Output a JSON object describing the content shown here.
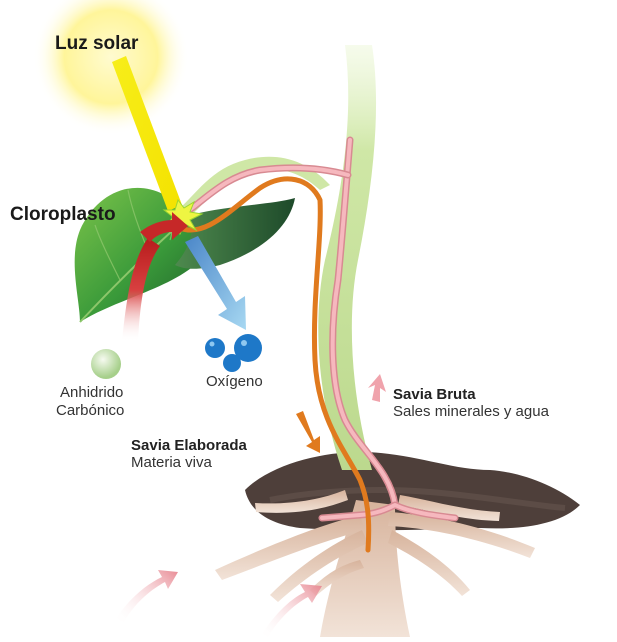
{
  "labels": {
    "sun": "Luz solar",
    "chloroplast": "Cloroplasto",
    "co2_line1": "Anhidrido",
    "co2_line2": "Carbónico",
    "oxygen": "Oxígeno",
    "raw_sap_title": "Savia Bruta",
    "raw_sap_desc": "Sales minerales y agua",
    "elaborated_sap_title": "Savia Elaborada",
    "elaborated_sap_desc": "Materia viva"
  },
  "colors": {
    "sun_glow": "#fff59a",
    "sunbeam": "#f7ee1a",
    "leaf_dark": "#1f6e2c",
    "leaf_light": "#7cc44a",
    "stem": "#cfe7a6",
    "raw_sap": "#f2a0a8",
    "elaborated_sap": "#e07a1e",
    "co2_arrow": "#c62828",
    "oxygen_arrow": "#7ec3ec",
    "water": "#1e78c8",
    "soil": "#4e3f3a",
    "root": "#d9b8a2"
  }
}
